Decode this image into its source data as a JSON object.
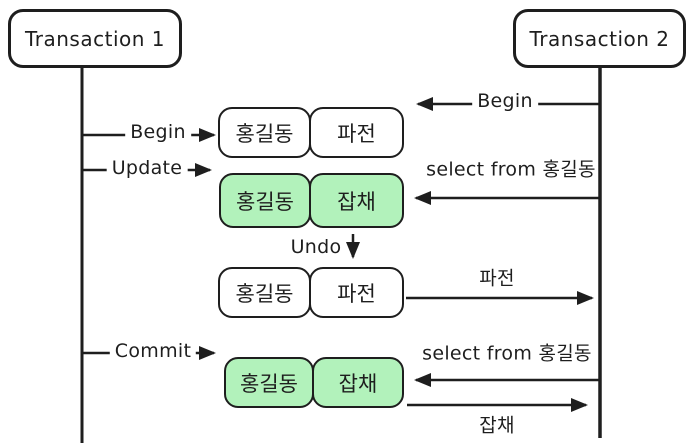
{
  "diagram": {
    "type": "transaction-isolation-sequence",
    "colors": {
      "stroke": "#1e1e1e",
      "highlight_green": "#b2f2bb",
      "background": "#ffffff"
    },
    "lanes": {
      "t1": "Transaction 1",
      "t2": "Transaction 2"
    },
    "messages": {
      "t2_begin": "Begin",
      "t1_begin": "Begin",
      "t1_update": "Update",
      "select_from_1": "select from 홍길동",
      "undo": "Undo",
      "result_pajeon": "파전",
      "t1_commit": "Commit",
      "select_from_2": "select from 홍길동",
      "result_japchae": "잡채"
    },
    "records": [
      {
        "name": "홍길동",
        "value": "파전",
        "highlighted": false
      },
      {
        "name": "홍길동",
        "value": "잡채",
        "highlighted": true
      },
      {
        "name": "홍길동",
        "value": "파전",
        "highlighted": false
      },
      {
        "name": "홍길동",
        "value": "잡채",
        "highlighted": true
      }
    ]
  }
}
